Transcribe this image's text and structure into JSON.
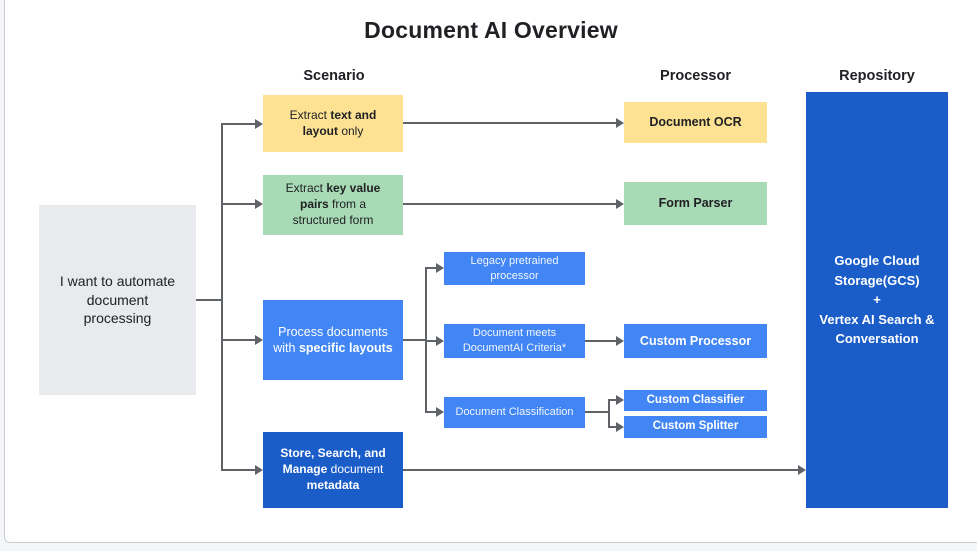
{
  "title": "Document AI Overview",
  "columns": {
    "scenario": "Scenario",
    "processor": "Processor",
    "repository": "Repository"
  },
  "colors": {
    "yellow": "#fde293",
    "green": "#a8dab5",
    "blue": "#4285f4",
    "dark_blue": "#1a5cc8",
    "gray_box": "#e8eaed",
    "arrow": "#5f6368",
    "text_dark": "#202124"
  },
  "nodes": {
    "intent": {
      "lines": [
        [
          {
            "t": "I want to automate"
          }
        ],
        [
          {
            "t": "document"
          }
        ],
        [
          {
            "t": "processing"
          }
        ]
      ]
    },
    "extract_text": {
      "lines": [
        [
          {
            "t": "Extract "
          },
          {
            "t": "text and",
            "b": true
          }
        ],
        [
          {
            "t": "layout",
            "b": true
          },
          {
            "t": " only"
          }
        ]
      ]
    },
    "document_ocr": {
      "lines": [
        [
          {
            "t": "Document OCR",
            "b": true
          }
        ]
      ]
    },
    "extract_kv": {
      "lines": [
        [
          {
            "t": "Extract "
          },
          {
            "t": "key value",
            "b": true
          }
        ],
        [
          {
            "t": "pairs",
            "b": true
          },
          {
            "t": " from a"
          }
        ],
        [
          {
            "t": "structured form"
          }
        ]
      ]
    },
    "form_parser": {
      "lines": [
        [
          {
            "t": "Form Parser",
            "b": true
          }
        ]
      ]
    },
    "process_docs": {
      "lines": [
        [
          {
            "t": "Process documents"
          }
        ],
        [
          {
            "t": "with "
          },
          {
            "t": "specific layouts",
            "b": true
          }
        ]
      ]
    },
    "legacy": {
      "lines": [
        [
          {
            "t": "Legacy pretrained"
          }
        ],
        [
          {
            "t": "processor"
          }
        ]
      ]
    },
    "meets_criteria": {
      "lines": [
        [
          {
            "t": "Document meets"
          }
        ],
        [
          {
            "t": "DocumentAI Criteria*"
          }
        ]
      ]
    },
    "custom_processor": {
      "lines": [
        [
          {
            "t": "Custom Processor",
            "b": true
          }
        ]
      ]
    },
    "classification": {
      "lines": [
        [
          {
            "t": "Document Classification"
          }
        ]
      ]
    },
    "custom_classifier": {
      "lines": [
        [
          {
            "t": "Custom Classifier",
            "b": true
          }
        ]
      ]
    },
    "custom_splitter": {
      "lines": [
        [
          {
            "t": "Custom Splitter",
            "b": true
          }
        ]
      ]
    },
    "store_search": {
      "lines": [
        [
          {
            "t": "Store, Search, and",
            "b": true
          }
        ],
        [
          {
            "t": "Manage",
            "b": true
          },
          {
            "t": " document"
          }
        ],
        [
          {
            "t": "metadata",
            "b": true
          }
        ]
      ]
    },
    "repository": {
      "lines": [
        [
          {
            "t": "Google Cloud",
            "b": true
          }
        ],
        [
          {
            "t": "Storage(GCS)",
            "b": true
          }
        ],
        [
          {
            "t": "+",
            "b": true
          }
        ],
        [
          {
            "t": "Vertex AI Search &",
            "b": true
          }
        ],
        [
          {
            "t": "Conversation",
            "b": true
          }
        ]
      ]
    }
  }
}
